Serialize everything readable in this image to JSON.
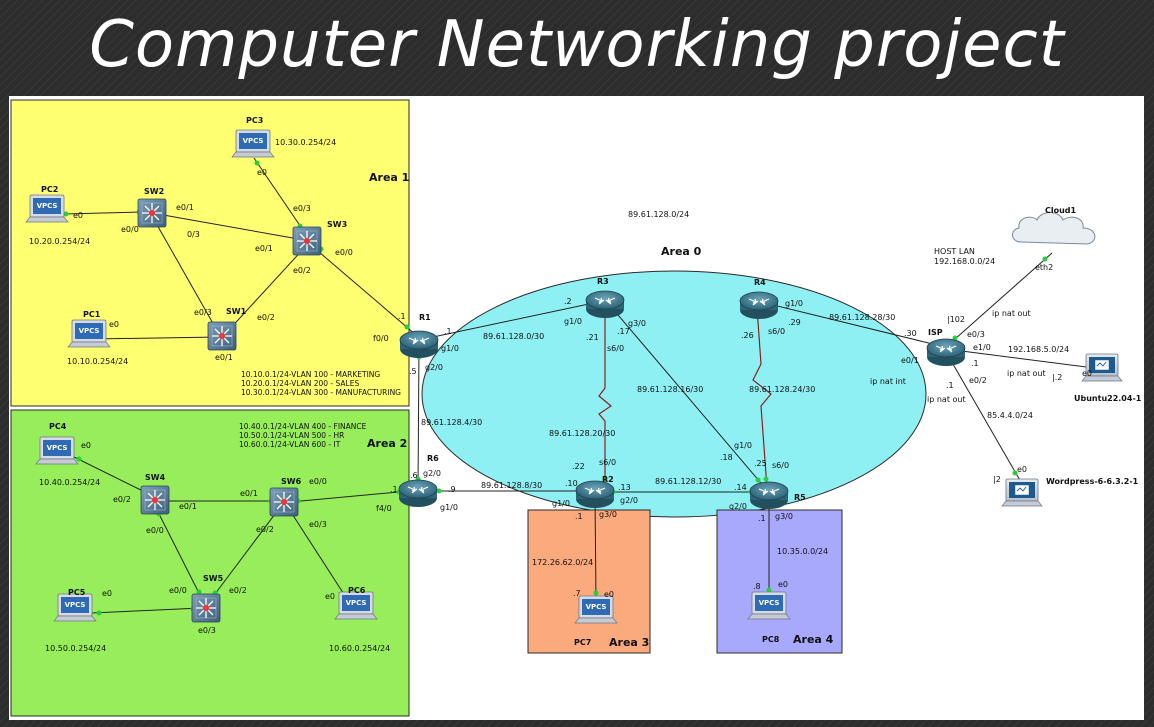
{
  "title": "Computer Networking project",
  "areas": [
    {
      "id": "area1",
      "label": "Area 1",
      "color": "#ffff72"
    },
    {
      "id": "area2",
      "label": "Area 2",
      "color": "#97ee5a"
    },
    {
      "id": "area0",
      "label": "Area 0",
      "color": "#8ff0f4"
    },
    {
      "id": "area3",
      "label": "Area 3",
      "color": "#fbaa7d"
    },
    {
      "id": "area4",
      "label": "Area 4",
      "color": "#a8a8fc"
    }
  ],
  "devices": [
    {
      "id": "r1",
      "type": "router",
      "label": "R1"
    },
    {
      "id": "r2",
      "type": "router",
      "label": "R2"
    },
    {
      "id": "r3",
      "type": "router",
      "label": "R3"
    },
    {
      "id": "r4",
      "type": "router",
      "label": "R4"
    },
    {
      "id": "r5",
      "type": "router",
      "label": "R5"
    },
    {
      "id": "r6",
      "type": "router",
      "label": "R6"
    },
    {
      "id": "isp",
      "type": "router",
      "label": "ISP"
    },
    {
      "id": "sw1",
      "type": "switch",
      "label": "SW1"
    },
    {
      "id": "sw2",
      "type": "switch",
      "label": "SW2"
    },
    {
      "id": "sw3",
      "type": "switch",
      "label": "SW3"
    },
    {
      "id": "sw4",
      "type": "switch",
      "label": "SW4"
    },
    {
      "id": "sw5",
      "type": "switch",
      "label": "SW5"
    },
    {
      "id": "sw6",
      "type": "switch",
      "label": "SW6"
    },
    {
      "id": "pc1",
      "type": "vpcs",
      "label": "PC1",
      "badge": "VPCS",
      "ip": "10.10.0.254/24"
    },
    {
      "id": "pc2",
      "type": "vpcs",
      "label": "PC2",
      "badge": "VPCS",
      "ip": "10.20.0.254/24"
    },
    {
      "id": "pc3",
      "type": "vpcs",
      "label": "PC3",
      "badge": "VPCS",
      "ip": "10.30.0.254/24"
    },
    {
      "id": "pc4",
      "type": "vpcs",
      "label": "PC4",
      "badge": "VPCS",
      "ip": "10.40.0.254/24"
    },
    {
      "id": "pc5",
      "type": "vpcs",
      "label": "PC5",
      "badge": "VPCS",
      "ip": "10.50.0.254/24"
    },
    {
      "id": "pc6",
      "type": "vpcs",
      "label": "PC6",
      "badge": "VPCS",
      "ip": "10.60.0.254/24"
    },
    {
      "id": "pc7",
      "type": "vpcs",
      "label": "PC7",
      "badge": "VPCS"
    },
    {
      "id": "pc8",
      "type": "vpcs",
      "label": "PC8",
      "badge": "VPCS"
    },
    {
      "id": "ubuntu",
      "type": "host",
      "label": "Ubuntu22.04-1"
    },
    {
      "id": "wordpress",
      "type": "host",
      "label": "Wordpress-6-6.3.2-1"
    },
    {
      "id": "cloud1",
      "type": "cloud",
      "label": "Cloud1"
    }
  ],
  "links": [
    {
      "a": "pc2",
      "b": "sw2",
      "type": "eth"
    },
    {
      "a": "sw2",
      "b": "sw3",
      "type": "eth"
    },
    {
      "a": "sw2",
      "b": "sw1",
      "type": "eth"
    },
    {
      "a": "pc3",
      "b": "sw3",
      "type": "eth"
    },
    {
      "a": "sw3",
      "b": "sw1",
      "type": "eth"
    },
    {
      "a": "sw3",
      "b": "r1",
      "type": "eth"
    },
    {
      "a": "pc1",
      "b": "sw1",
      "type": "eth"
    },
    {
      "a": "r1",
      "b": "r3",
      "type": "eth"
    },
    {
      "a": "r1",
      "b": "r6",
      "type": "eth"
    },
    {
      "a": "r6",
      "b": "sw6",
      "type": "eth"
    },
    {
      "a": "r6",
      "b": "r2",
      "type": "eth"
    },
    {
      "a": "sw4",
      "b": "sw6",
      "type": "eth"
    },
    {
      "a": "pc4",
      "b": "sw4",
      "type": "eth"
    },
    {
      "a": "sw4",
      "b": "sw5",
      "type": "eth"
    },
    {
      "a": "sw6",
      "b": "sw5",
      "type": "eth"
    },
    {
      "a": "sw6",
      "b": "pc6",
      "type": "eth"
    },
    {
      "a": "pc5",
      "b": "sw5",
      "type": "eth"
    },
    {
      "a": "r3",
      "b": "r2",
      "type": "serial"
    },
    {
      "a": "r3",
      "b": "r5",
      "type": "eth"
    },
    {
      "a": "r4",
      "b": "r5",
      "type": "serial"
    },
    {
      "a": "r4",
      "b": "isp",
      "type": "eth"
    },
    {
      "a": "r2",
      "b": "r5",
      "type": "eth"
    },
    {
      "a": "r2",
      "b": "pc7",
      "type": "eth"
    },
    {
      "a": "r5",
      "b": "pc8",
      "type": "eth"
    },
    {
      "a": "isp",
      "b": "cloud1",
      "type": "eth"
    },
    {
      "a": "isp",
      "b": "ubuntu",
      "type": "eth"
    },
    {
      "a": "isp",
      "b": "wordpress",
      "type": "eth"
    }
  ],
  "texts": {
    "pc_ips": {
      "pc1": "10.10.0.254/24",
      "pc2": "10.20.0.254/24",
      "pc3": "10.30.0.254/24",
      "pc4": "10.40.0.254/24",
      "pc5": "10.50.0.254/24",
      "pc6": "10.60.0.254/24"
    },
    "vlans_area1": [
      "10.10.0.1/24-VLAN 100 - MARKETING",
      "10.20.0.1/24-VLAN 200 - SALES",
      "10.30.0.1/24-VLAN 300 - MANUFACTURING"
    ],
    "vlans_area2": [
      "10.40.0.1/24-VLAN 400 - FINANCE",
      "10.50.0.1/24-VLAN 500 - HR",
      "10.60.0.1/24-VLAN 600 - IT"
    ],
    "subnets": {
      "r1_r3": "89.61.128.0/30",
      "r1_r6": "89.61.128.4/30",
      "r6_r2": "89.61.128.8/30",
      "r2_r5": "89.61.128.12/30",
      "r3_r5": "89.61.128.16/30",
      "r3_r2": "89.61.128.20/30",
      "r4_r5": "89.61.128.24/30",
      "r4_isp": "89.61.128.28/30",
      "area0": "89.61.128.0/24",
      "area3": "172.26.62.0/24",
      "area4": "10.35.0.0/24",
      "ubuntu": "192.168.5.0/24",
      "wordpress": "85.4.4.0/24"
    },
    "host_lan": [
      "HOST LAN",
      "192.168.0.0/24"
    ],
    "nat": {
      "isp_out_cloud": "ip nat out",
      "isp_out_ubuntu": "ip nat out",
      "isp_in": "ip nat int",
      "isp_out_wp": "ip nat out"
    }
  },
  "ifaces": [
    {
      "t": "e0"
    },
    {
      "t": "e0/0"
    },
    {
      "t": "e0/1"
    },
    {
      "t": "0/3"
    },
    {
      "t": "e0"
    },
    {
      "t": "e0/3"
    },
    {
      "t": "e0/1"
    },
    {
      "t": "e0/0"
    },
    {
      "t": "e0/2"
    },
    {
      "t": "e0"
    },
    {
      "t": "e0/3"
    },
    {
      "t": "e0/2"
    },
    {
      "t": "e0/1"
    },
    {
      "t": ".1"
    },
    {
      "t": "f0/0"
    },
    {
      "t": ".1"
    },
    {
      "t": "g1/0"
    },
    {
      "t": ".5"
    },
    {
      "t": "g2/0"
    },
    {
      "t": ".2"
    },
    {
      "t": "g1/0"
    },
    {
      "t": ".21"
    },
    {
      "t": "s6/0"
    },
    {
      "t": ".17"
    },
    {
      "t": "g3/0"
    },
    {
      "t": "g1/0"
    },
    {
      "t": ".29"
    },
    {
      "t": ".26"
    },
    {
      "t": "s6/0"
    },
    {
      "t": ".30"
    },
    {
      "t": "|102"
    },
    {
      "t": "e0/3"
    },
    {
      "t": "e1/0"
    },
    {
      "t": ".1"
    },
    {
      "t": "e0/1"
    },
    {
      "t": ".1"
    },
    {
      "t": "e0/2"
    },
    {
      "t": "eth2"
    },
    {
      "t": "e0"
    },
    {
      "t": "|.2"
    },
    {
      "t": "e0"
    },
    {
      "t": "|2"
    },
    {
      "t": ".6"
    },
    {
      "t": "g2/0"
    },
    {
      "t": ".1"
    },
    {
      "t": "f4/0"
    },
    {
      "t": ".9"
    },
    {
      "t": "g1/0"
    },
    {
      "t": ".22"
    },
    {
      "t": "s6/0"
    },
    {
      "t": ".10"
    },
    {
      "t": "g1/0"
    },
    {
      "t": ".13"
    },
    {
      "t": "g2/0"
    },
    {
      "t": ".1"
    },
    {
      "t": "g3/0"
    },
    {
      "t": ".18"
    },
    {
      "t": "g1/0"
    },
    {
      "t": ".25"
    },
    {
      "t": "s6/0"
    },
    {
      "t": ".14"
    },
    {
      "t": "g2/0"
    },
    {
      "t": ".1"
    },
    {
      "t": "g3/0"
    },
    {
      "t": ".7"
    },
    {
      "t": "e0"
    },
    {
      "t": ".8"
    },
    {
      "t": "e0"
    },
    {
      "t": "e0"
    },
    {
      "t": "e0/2"
    },
    {
      "t": "e0/1"
    },
    {
      "t": "e0/1"
    },
    {
      "t": "e0/0"
    },
    {
      "t": "e0/0"
    },
    {
      "t": "e0/2"
    },
    {
      "t": "e0/3"
    },
    {
      "t": "e0"
    },
    {
      "t": "e0/0"
    },
    {
      "t": "e0/2"
    },
    {
      "t": "e0/3"
    },
    {
      "t": "e0"
    }
  ]
}
